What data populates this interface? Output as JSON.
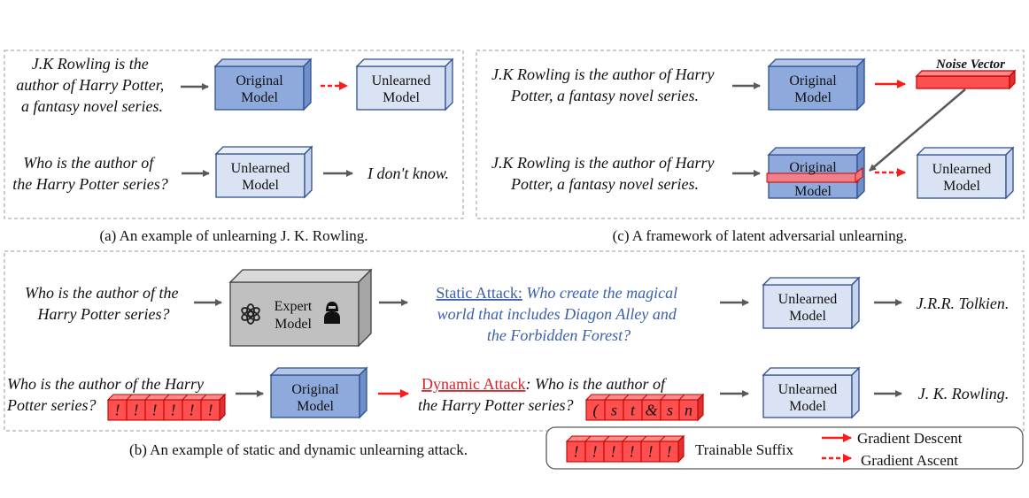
{
  "panel_a": {
    "prompt1": [
      "J.K Rowling is the",
      "author of Harry Potter,",
      "a fantasy novel series."
    ],
    "original_model": [
      "Original",
      "Model"
    ],
    "unlearned_model": [
      "Unlearned",
      "Model"
    ],
    "prompt2": [
      "Who is the author of",
      "the Harry Potter series?"
    ],
    "unlearned_model_2": [
      "Unlearned",
      "Model"
    ],
    "answer": "I don't know.",
    "caption": "(a) An example of unlearning J. K. Rowling."
  },
  "panel_c": {
    "prompt1": [
      "J.K Rowling is the author of Harry",
      "Potter, a fantasy novel series."
    ],
    "original_model": [
      "Original",
      "Model"
    ],
    "noise_vector": "Noise Vector",
    "prompt2": [
      "J.K Rowling is the author of Harry",
      "Potter, a fantasy novel series."
    ],
    "perturbed_model": [
      "Original",
      "Model"
    ],
    "unlearned_model": [
      "Unlearned",
      "Model"
    ],
    "caption": "(c) A framework of latent adversarial unlearning."
  },
  "panel_b": {
    "prompt1": [
      "Who is the author of the",
      "Harry Potter series?"
    ],
    "expert_model": [
      "Expert",
      "Model"
    ],
    "static_attack_label": "Static Attack:",
    "static_attack_text": [
      " Who create the magical",
      "world that includes Diagon Alley and",
      "the Forbidden Forest?"
    ],
    "unlearned_model_1": [
      "Unlearned",
      "Model"
    ],
    "answer1": "J.R.R. Tolkien.",
    "prompt2": [
      "Who is the author of the Harry",
      "Potter series?"
    ],
    "suffix_tokens_1": [
      "!",
      "!",
      "!",
      "!",
      "!",
      "!"
    ],
    "original_model": [
      "Original",
      "Model"
    ],
    "dynamic_attack_label": "Dynamic Attack",
    "dynamic_attack_text": [
      ": Who is the author of",
      "the Harry Potter series?"
    ],
    "suffix_tokens_2": [
      "(",
      "s",
      "t",
      "&",
      "s",
      "n"
    ],
    "unlearned_model_2": [
      "Unlearned",
      "Model"
    ],
    "answer2": "J. K. Rowling.",
    "caption": "(b) An example of static and dynamic unlearning attack."
  },
  "legend": {
    "suffix_tokens": [
      "!",
      "!",
      "!",
      "!",
      "!",
      "!"
    ],
    "trainable_suffix": "Trainable Suffix",
    "gradient_descent": "Gradient Descent",
    "gradient_ascent": "Gradient Ascent"
  },
  "colors": {
    "original_model": "#8ea9db",
    "unlearned_model": "#dae3f3",
    "expert_model": "#c0c0c0",
    "red": "#ff4f4f",
    "arrow_dark": "#595959",
    "blue_text": "#3b5fa8",
    "red_text": "#d9222a"
  }
}
